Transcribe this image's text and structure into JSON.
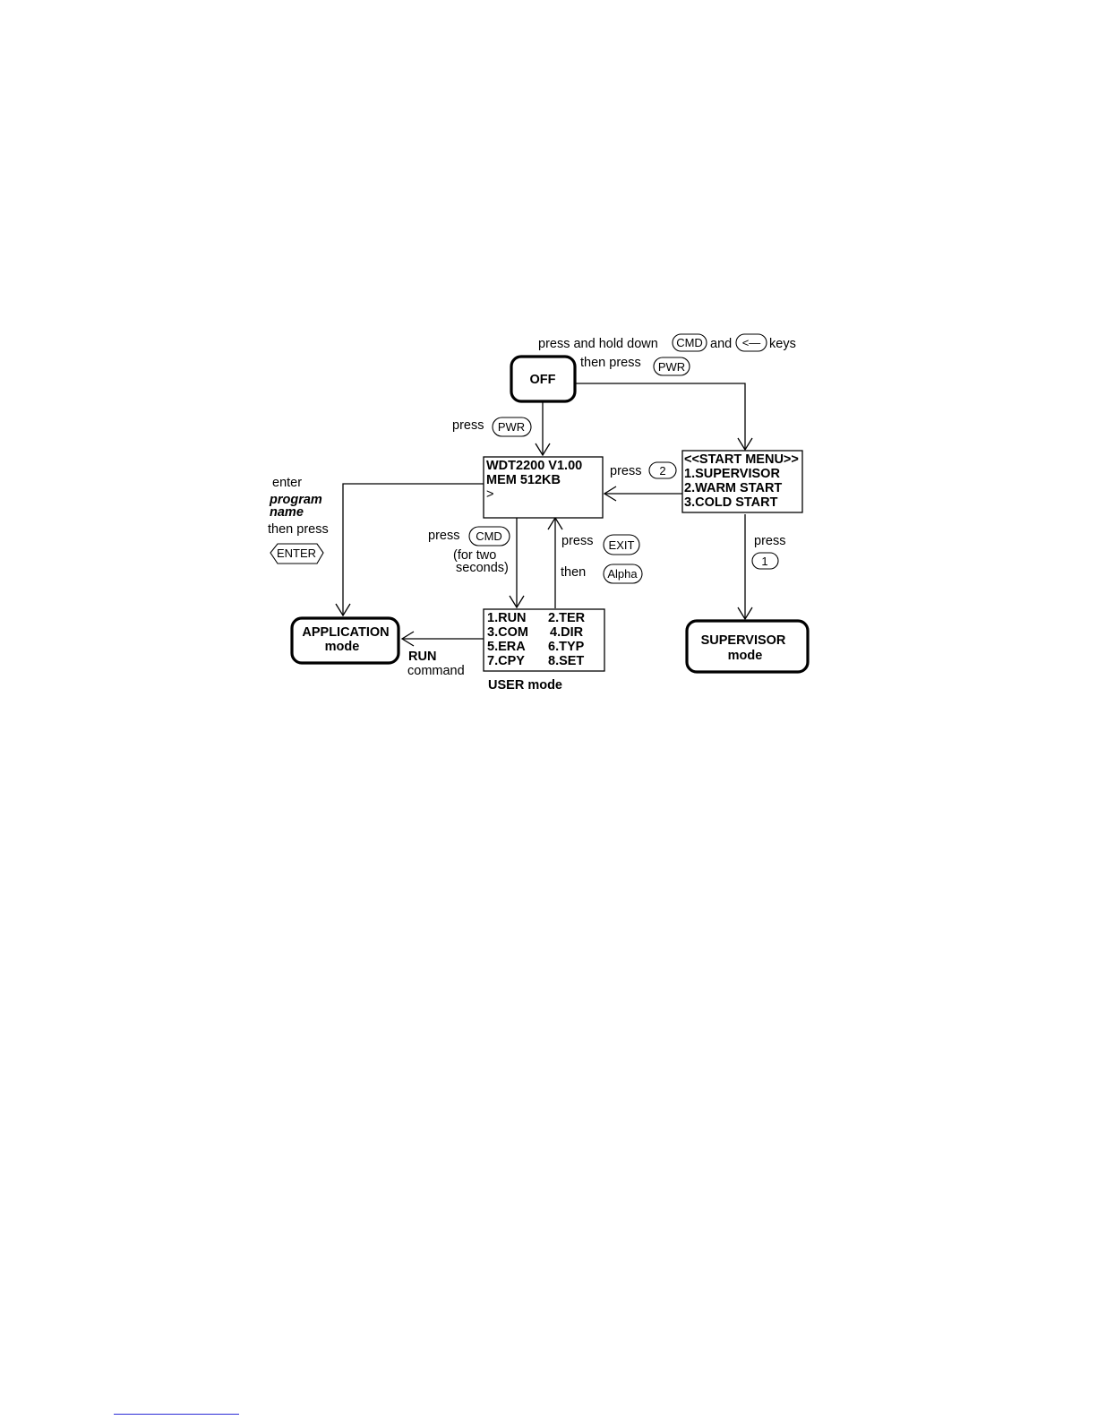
{
  "nodes": {
    "off": "OFF",
    "wdt_line1": "WDT2200 V1.00",
    "wdt_line2": "MEM 512KB",
    "wdt_line3": ">",
    "start_menu": [
      "<<START MENU>>",
      "1.SUPERVISOR",
      "2.WARM START",
      "3.COLD START"
    ],
    "user_menu": [
      [
        "1.RUN",
        "2.TER"
      ],
      [
        "3.COM",
        "4.DIR"
      ],
      [
        "5.ERA",
        "6.TYP"
      ],
      [
        "7.CPY",
        "8.SET"
      ]
    ],
    "user_mode_label": "USER mode",
    "application_line1": "APPLICATION",
    "application_line2": "mode",
    "supervisor_line1": "SUPERVISOR",
    "supervisor_line2": "mode"
  },
  "labels": {
    "top_instruction_part1": "press and hold down",
    "top_instruction_and": "and",
    "top_instruction_keys": "keys",
    "then_press_top": "then press",
    "press_pwr": "press",
    "press_2": "press",
    "enter": "enter",
    "program": "program",
    "name": "name",
    "then_press_left": "then press",
    "press_cmd": "press",
    "for_two": "(for two",
    "seconds": "seconds)",
    "press_exit": "press",
    "then_alpha": "then",
    "run": "RUN",
    "command": "command",
    "press_1": "press"
  },
  "keys": {
    "cmd_top": "CMD",
    "back": "<—",
    "pwr_top": "PWR",
    "pwr_mid": "PWR",
    "two": "2",
    "enter": "ENTER",
    "cmd_mid": "CMD",
    "exit": "EXIT",
    "alpha": "Alpha",
    "one": "1"
  }
}
